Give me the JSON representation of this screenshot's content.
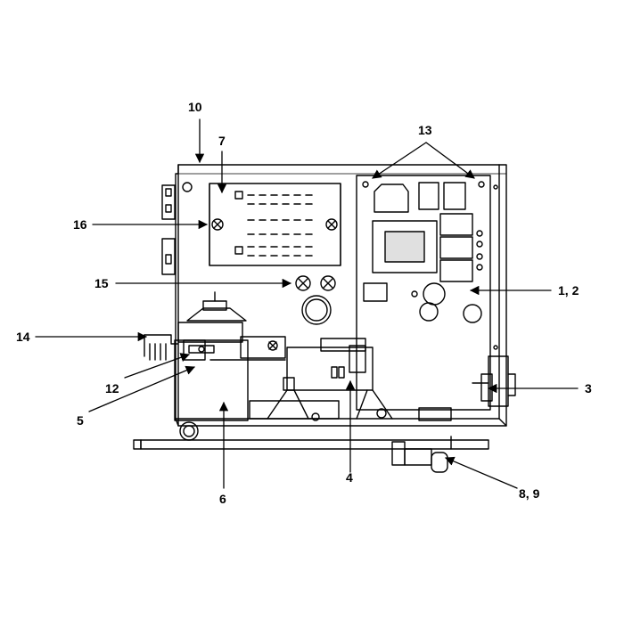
{
  "diagram": {
    "callouts": {
      "c10": "10",
      "c7": "7",
      "c13": "13",
      "c16": "16",
      "c15": "15",
      "c1_2": "1, 2",
      "c14": "14",
      "c12": "12",
      "c5": "5",
      "c3": "3",
      "c6": "6",
      "c4": "4",
      "c8_9": "8, 9"
    }
  }
}
